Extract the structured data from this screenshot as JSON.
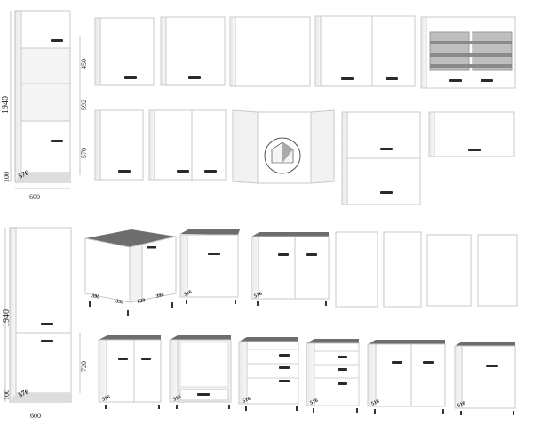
{
  "labels": {
    "tall_oven_height": "1940",
    "tall_oven_plinth": "100",
    "tall_oven_depth": "576",
    "tall_oven_width": "600",
    "tall_oven_gap1": "450",
    "tall_oven_gap2": "592",
    "tall_oven_gap3": "570",
    "tall_fridge_height": "1940",
    "tall_fridge_plinth": "100",
    "tall_fridge_depth": "576",
    "tall_fridge_width": "600",
    "tall_fridge_gap": "720",
    "base_corner_a": "390",
    "base_corner_b": "330",
    "base_corner_c": "820",
    "base_corner_d": "390",
    "base_depth_1": "516",
    "base_depth_2": "516",
    "base_depth_3": "516",
    "base_depth_4": "516",
    "base_depth_5": "516",
    "base_depth_6": "516",
    "base_depth_7": "516",
    "base_depth_8": "516"
  },
  "colors": {
    "cabinet": "#ffffff",
    "edge": "#bdbdbd",
    "shadow": "#eeeeee",
    "handle": "#2a2a2a",
    "worktop": "#6d6d6d",
    "glass": "#9a9a9a"
  }
}
